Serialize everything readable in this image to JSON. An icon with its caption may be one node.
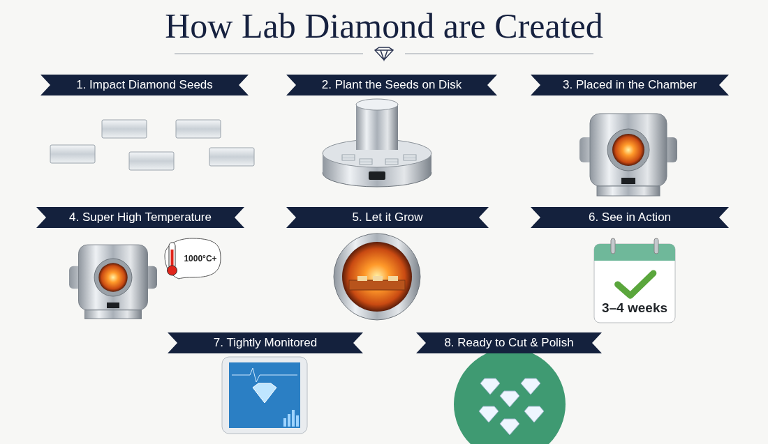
{
  "diagram": {
    "title": "How Lab Diamond are Created",
    "nodes": [
      {
        "text": [
          "1. Impact Diamond Seeds"
        ]
      },
      {
        "text": [
          "2. Plant the Seeds on Disk"
        ]
      },
      {
        "text": [
          "3. Placed in the Chamber"
        ]
      },
      {
        "text": [
          "4. Super High Temperature"
        ]
      },
      {
        "text": [
          "5. Let it Grow"
        ]
      },
      {
        "text": [
          "6. See in Action"
        ]
      },
      {
        "text": [
          "7. Tightly Monitored"
        ]
      },
      {
        "text": [
          "8. Ready to Cut & Polish"
        ]
      },
      {
        "text": [
          "1000°C+"
        ]
      },
      {
        "text": [
          "3–4 weeks"
        ]
      }
    ]
  }
}
